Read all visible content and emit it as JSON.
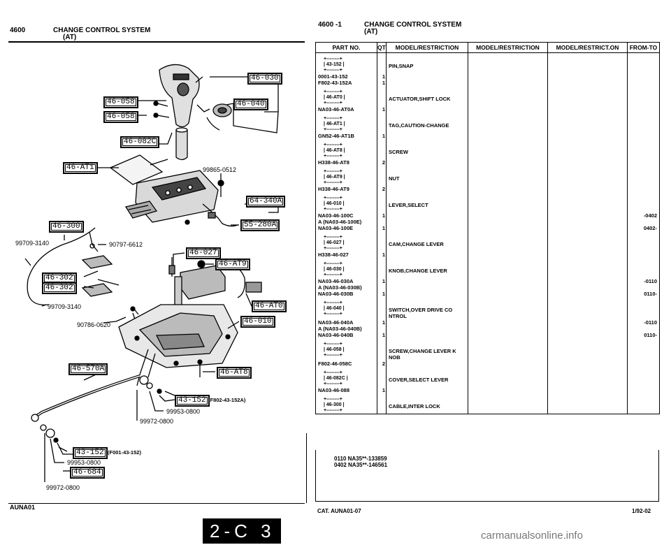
{
  "left_header": {
    "code": "4600",
    "title": "CHANGE CONTROL SYSTEM",
    "sub": "(AT)"
  },
  "right_header": {
    "code": "4600 -1",
    "title": "CHANGE CONTROL SYSTEM",
    "sub": "(AT)"
  },
  "callouts": {
    "c46_030": "46-030",
    "c46_058a": "46-058",
    "c46_058b": "46-058",
    "c46_040": "46-040",
    "c46_082c": "46-082C",
    "c46_at1": "46-AT1",
    "c64_340a": "64-340A",
    "c55_280a": "55-280A",
    "c46_300": "46-300",
    "c46_027": "46-027",
    "c46_at9": "46-AT9",
    "c46_302a": "46-302",
    "c46_302b": "46-302",
    "c46_at0": "46-AT0",
    "c46_010": "46-010",
    "c46_570a": "46-570A",
    "c46_at8": "46-AT8",
    "c43_152a": "43-152",
    "c43_152b": "43-152",
    "c46_684": "46-684"
  },
  "part_labels": {
    "p99865": "99865-0512",
    "p99709a": "99709-3140",
    "p90797": "90797-6612",
    "p99709b": "99709-3140",
    "p90786": "90786-0620",
    "p_f802": "(F802-43-152A)",
    "p99953a": "99953-0800",
    "p99972a": "99972-0800",
    "p_f001": "(F001-43-152)",
    "p99953b": "99953-0800",
    "p99972b": "99972-0800"
  },
  "table": {
    "headers": [
      "PART NO.",
      "QTY",
      "MODEL/RESTRICTION",
      "MODEL/RESTRICTION",
      "MODEL/RESTRICT.ON",
      "FROM-TO"
    ],
    "rows": [
      {
        "type": "block",
        "id": "43-152"
      },
      {
        "type": "part",
        "no": "0001-43-152",
        "qty": "1",
        "desc": "PIN,SNAP",
        "from": ""
      },
      {
        "type": "part",
        "no": "F802-43-152A",
        "qty": "1",
        "desc": "",
        "from": ""
      },
      {
        "type": "block",
        "id": "46-AT0"
      },
      {
        "type": "part",
        "no": "NA03-46-AT0A",
        "qty": "1",
        "desc": "ACTUATOR,SHIFT LOCK",
        "from": ""
      },
      {
        "type": "block",
        "id": "46-AT1"
      },
      {
        "type": "part",
        "no": "GN52-46-AT1B",
        "qty": "1",
        "desc": "TAG,CAUTION-CHANGE",
        "from": ""
      },
      {
        "type": "block",
        "id": "46-AT8"
      },
      {
        "type": "part",
        "no": "H338-46-AT8",
        "qty": "2",
        "desc": "SCREW",
        "from": ""
      },
      {
        "type": "block",
        "id": "46-AT9"
      },
      {
        "type": "part",
        "no": "H338-46-AT9",
        "qty": "2",
        "desc": "NUT",
        "from": ""
      },
      {
        "type": "block",
        "id": "46-010"
      },
      {
        "type": "part",
        "no": "NA03-46-100C",
        "qty": "1",
        "desc": "LEVER,SELECT",
        "from": "-0402"
      },
      {
        "type": "alt",
        "no": "A (NA03-46-100E)"
      },
      {
        "type": "part",
        "no": "NA03-46-100E",
        "qty": "1",
        "desc": "",
        "from": "0402-"
      },
      {
        "type": "block",
        "id": "46-027"
      },
      {
        "type": "part",
        "no": "H338-46-027",
        "qty": "1",
        "desc": "CAM,CHANGE LEVER",
        "from": ""
      },
      {
        "type": "block",
        "id": "46-030"
      },
      {
        "type": "part",
        "no": "NA03-46-030A",
        "qty": "1",
        "desc": "KNOB,CHANGE LEVER",
        "from": "-0110"
      },
      {
        "type": "alt",
        "no": "A (NA03-46-030B)"
      },
      {
        "type": "part",
        "no": "NA03-46-030B",
        "qty": "1",
        "desc": "",
        "from": "0110-"
      },
      {
        "type": "block",
        "id": "46-040"
      },
      {
        "type": "part",
        "no": "NA03-46-040A",
        "qty": "1",
        "desc": "SWITCH,OVER DRIVE CO\nNTROL",
        "from": "-0110"
      },
      {
        "type": "alt",
        "no": "A (NA03-46-040B)"
      },
      {
        "type": "part",
        "no": "NA03-46-040B",
        "qty": "1",
        "desc": "",
        "from": "0110-"
      },
      {
        "type": "block",
        "id": "46-058"
      },
      {
        "type": "part",
        "no": "F802-46-058C",
        "qty": "2",
        "desc": "SCREW,CHANGE LEVER K\nNOB",
        "from": ""
      },
      {
        "type": "block",
        "id": "46-082C"
      },
      {
        "type": "part",
        "no": "NA03-46-088",
        "qty": "1",
        "desc": "COVER,SELECT LEVER",
        "from": ""
      },
      {
        "type": "block",
        "id": "46-300"
      },
      {
        "type": "part",
        "no": "",
        "qty": "",
        "desc": "CABLE,INTER LOCK",
        "from": ""
      }
    ],
    "footnotes": [
      "0110 NA35**-133859",
      "0402 NA35**-146561"
    ]
  },
  "footer": {
    "left_code": "AUNA01",
    "catalog": "CAT. AUNA01-07",
    "date": "1/92-02",
    "page_badge": "2-C 3",
    "watermark": "carmanualsonline.info"
  }
}
